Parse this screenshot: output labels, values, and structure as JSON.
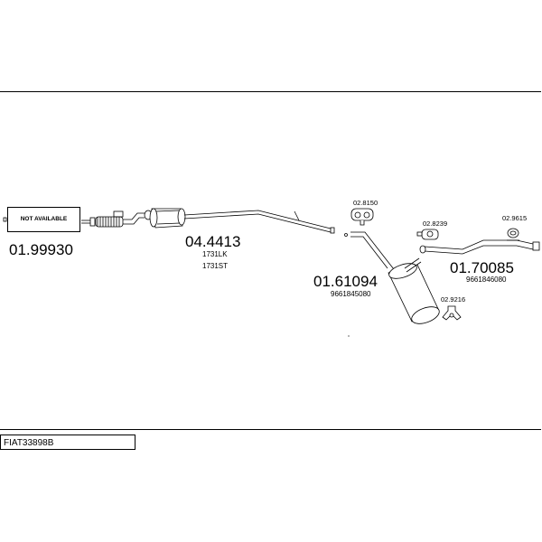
{
  "reference": "FIAT33898B",
  "parts": [
    {
      "number": "01.99930",
      "note": "NOT AVAILABLE"
    },
    {
      "number": "04.4413",
      "codes": [
        "1731LK",
        "1731ST"
      ]
    },
    {
      "number": "02.8150"
    },
    {
      "number": "01.61094",
      "codes": [
        "9661845080"
      ]
    },
    {
      "number": "02.8239"
    },
    {
      "number": "02.9216"
    },
    {
      "number": "02.9615"
    },
    {
      "number": "01.70085",
      "codes": [
        "9661846080"
      ]
    }
  ]
}
